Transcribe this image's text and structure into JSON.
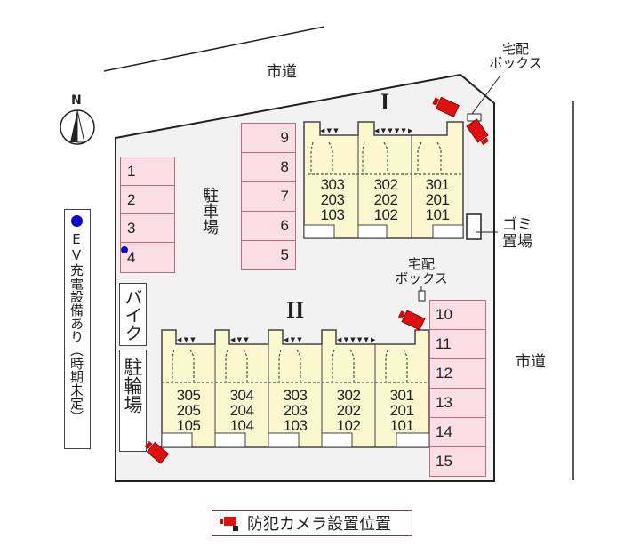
{
  "map": {
    "compass": {
      "label": "N",
      "icon": "north-arrow-icon"
    },
    "roads": [
      {
        "id": "north-road",
        "label": "市道"
      },
      {
        "id": "east-road",
        "label": "市道"
      }
    ],
    "buildings": [
      {
        "id": "building-1",
        "label": "I",
        "units": [
          {
            "column": 1,
            "rooms": [
              "303",
              "203",
              "103"
            ]
          },
          {
            "column": 2,
            "rooms": [
              "302",
              "202",
              "102"
            ]
          },
          {
            "column": 3,
            "rooms": [
              "301",
              "201",
              "101"
            ]
          }
        ]
      },
      {
        "id": "building-2",
        "label": "II",
        "units": [
          {
            "column": 1,
            "rooms": [
              "305",
              "205",
              "105"
            ]
          },
          {
            "column": 2,
            "rooms": [
              "304",
              "204",
              "104"
            ]
          },
          {
            "column": 3,
            "rooms": [
              "303",
              "203",
              "103"
            ]
          },
          {
            "column": 4,
            "rooms": [
              "302",
              "202",
              "102"
            ]
          },
          {
            "column": 5,
            "rooms": [
              "301",
              "201",
              "101"
            ]
          }
        ]
      }
    ],
    "parking": {
      "label": "駐車場",
      "left_column": [
        "1",
        "2",
        "3",
        "4"
      ],
      "middle_column": [
        "9",
        "8",
        "7",
        "6",
        "5"
      ],
      "right_column": [
        "10",
        "11",
        "12",
        "13",
        "14",
        "15"
      ],
      "ev_spot": "4"
    },
    "facilities": {
      "delivery_box_1": {
        "line1": "宅配",
        "line2": "ボックス"
      },
      "delivery_box_2": {
        "line1": "宅配",
        "line2": "ボックス"
      },
      "garbage": {
        "line1": "ゴミ",
        "line2": "置場"
      },
      "bike": "バイク",
      "bicycle": "駐輪場"
    },
    "ev_legend": {
      "text": "EV充電設備あり（時期未定）",
      "marker_color": "#0a0acc"
    },
    "camera_legend": {
      "text": "防犯カメラ設置位置",
      "camera_color": "#e01010"
    }
  },
  "colors": {
    "lot": "#f2f2f2",
    "building": "#fbf7cf",
    "parking": "#fbdde6",
    "parking_border": "#b86a7a",
    "camera": "#e01010"
  }
}
